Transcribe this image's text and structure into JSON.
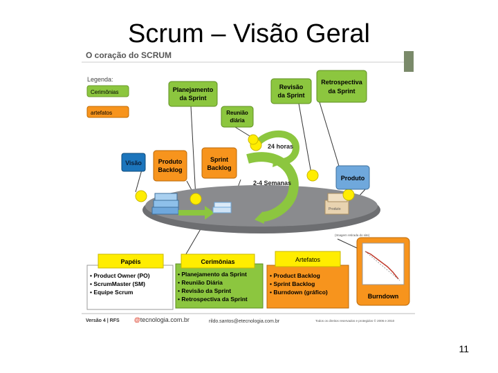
{
  "slide": {
    "title": "Scrum – Visão Geral",
    "number": "11"
  },
  "figure": {
    "header": "O coração do SCRUM",
    "legend": {
      "title": "Legenda:",
      "ceremonies": "Cerimônias",
      "artifacts": "artefatos"
    },
    "ceremonies_top": {
      "planning": [
        "Planejamento",
        "da Sprint"
      ],
      "daily": [
        "Reunião",
        "diária"
      ],
      "review": [
        "Revisão",
        "da Sprint"
      ],
      "retro": [
        "Retrospectiva",
        "da Sprint"
      ]
    },
    "artifacts_mid": {
      "vision": "Visão",
      "product_backlog": [
        "Produto",
        "Backlog"
      ],
      "sprint_backlog": [
        "Sprint",
        "Backlog"
      ],
      "product": "Produto",
      "burndown": "Burndown"
    },
    "cycle": {
      "daily": "24 horas",
      "sprint": "2-4 Semanas"
    },
    "box_labels": {
      "boxes": "Produto",
      "credit": "(Imagem retirada do site)"
    },
    "bottom": {
      "roles": {
        "title": "Papéis",
        "items": [
          "• Product Owner (PO)",
          "• ScrumMaster (SM)",
          "• Equipe Scrum"
        ]
      },
      "ceremonies": {
        "title": "Cerimônias",
        "items": [
          "• Planejamento da Sprint",
          "• Reunião Diária",
          "• Revisão da Sprint",
          "• Retrospectiva da Sprint"
        ]
      },
      "artifacts": {
        "title": "Artefatos",
        "items": [
          "• Product Backlog",
          "• Sprint Backlog",
          "• Burndown (gráfico)"
        ]
      }
    },
    "footer": {
      "version": "Versão 4 | RFS",
      "brand_at": "@",
      "brand": "tecnologia.com.br",
      "email": "rildo.santos@etecnologia.com.br",
      "rights": "Todos os direitos reservados e protegidos © 2006 e 2010"
    }
  },
  "colors": {
    "green": "#8cc63f",
    "orange": "#f7941d",
    "yellow": "#ffed00",
    "blue": "#1c75bc",
    "lightblue": "#6fa8dc",
    "platform": "#6d6e71"
  }
}
